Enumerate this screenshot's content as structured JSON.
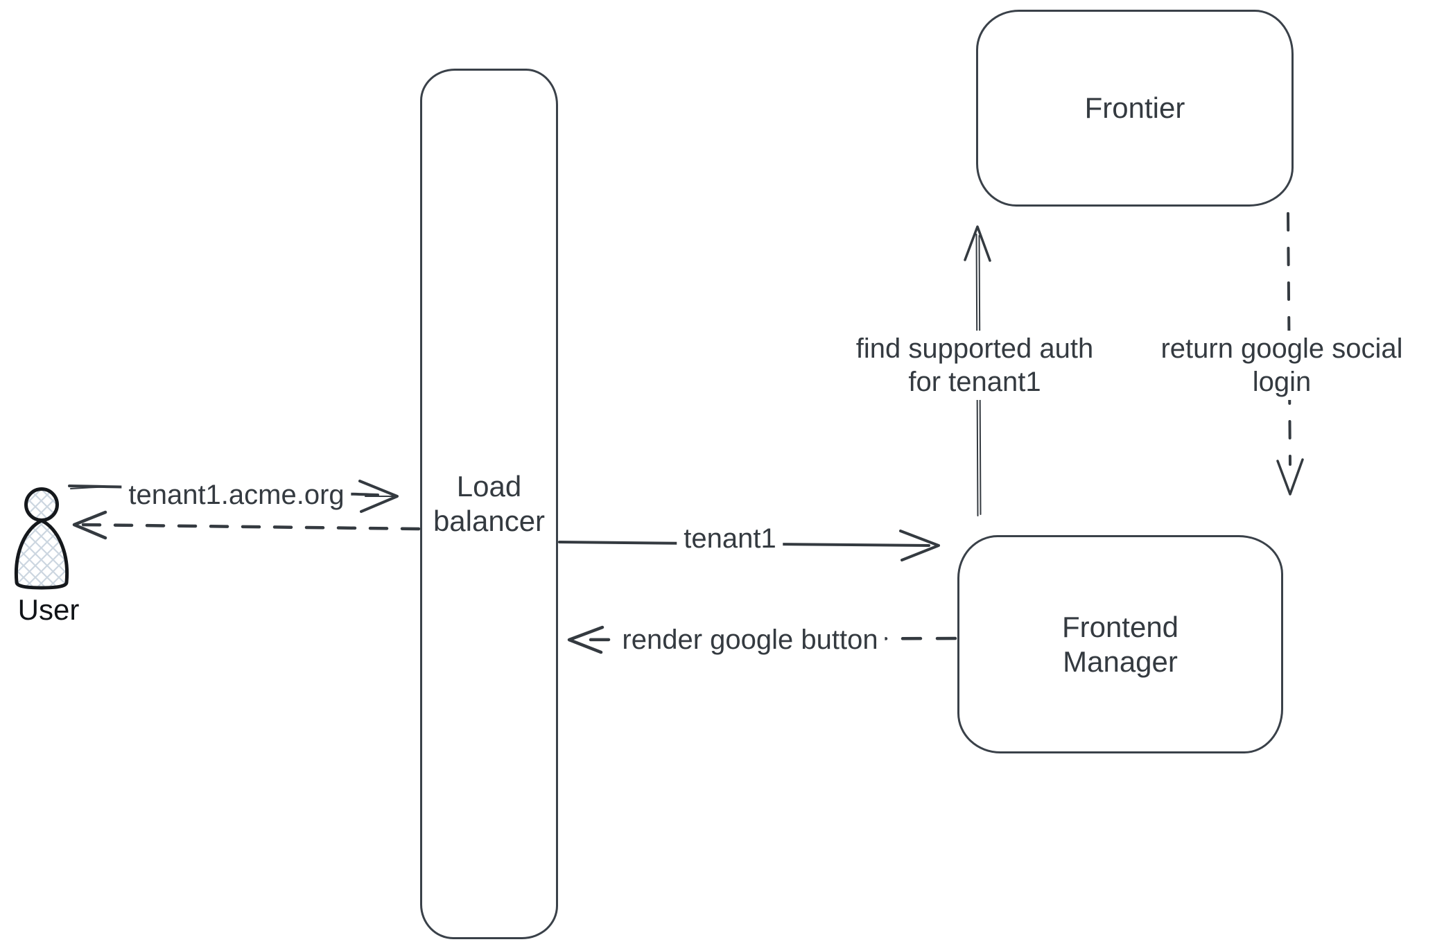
{
  "canvas": {
    "background": "#ffffff",
    "stroke_color": "#343a40",
    "node_border_color": "#3a4149",
    "user_outline_color": "#15181c",
    "user_hatch_color": "#ccd6e0"
  },
  "nodes": {
    "user": {
      "label": "User"
    },
    "load_balancer": {
      "line1": "Load",
      "line2": "balancer"
    },
    "frontier": {
      "label": "Frontier"
    },
    "frontend_manager": {
      "line1": "Frontend",
      "line2": "Manager"
    }
  },
  "arrows": {
    "user_to_lb": {
      "label": "tenant1.acme.org",
      "style": "solid",
      "from": "User",
      "to": "Load balancer"
    },
    "lb_to_user": {
      "label": "",
      "style": "dashed",
      "from": "Load balancer",
      "to": "User"
    },
    "lb_to_fm": {
      "label": "tenant1",
      "style": "solid",
      "from": "Load balancer",
      "to": "Frontend Manager"
    },
    "fm_to_lb": {
      "label": "render google button",
      "style": "dashed",
      "from": "Frontend Manager",
      "to": "Load balancer"
    },
    "fm_to_frontier": {
      "line1": "find supported auth",
      "line2": "for tenant1",
      "style": "solid",
      "from": "Frontend Manager",
      "to": "Frontier"
    },
    "frontier_to_fm": {
      "line1": "return google social",
      "line2": "login",
      "style": "dashed",
      "from": "Frontier",
      "to": "Frontend Manager"
    }
  }
}
